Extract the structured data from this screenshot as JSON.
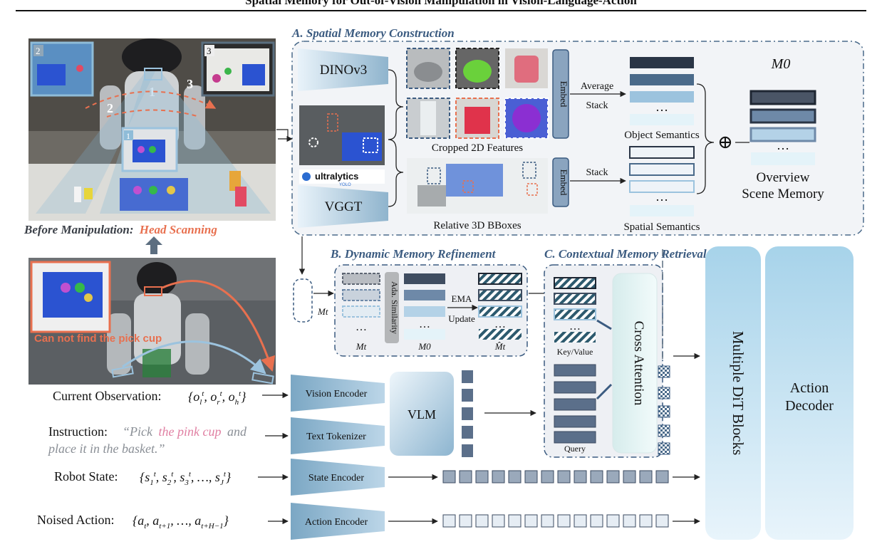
{
  "header": {
    "title": "Spatial Memory for Out-of-Vision Manipulation in Vision-Language-Action"
  },
  "colors": {
    "accent_orange": "#e8704f",
    "accent_blue": "#3b5b80",
    "pink": "#e07fa2",
    "gray_text": "#8a8f96"
  },
  "photos": {
    "scan_numbers": [
      "1",
      "2",
      "3",
      "1",
      "2",
      "3"
    ],
    "caption_prefix": "Before Manipulation:",
    "caption_highlight": "Head Scanning",
    "cannot_find": "Can not find the pick cup"
  },
  "section_a": {
    "title": "A. Spatial Memory Construction",
    "dino": "DINOv3",
    "vggt": "VGGT",
    "yolo_brand": "ultralytics",
    "yolo_sub": "YOLO",
    "cropped": "Cropped 2D Features",
    "bboxes": "Relative 3D BBoxes",
    "embed": "Embed",
    "average": "Average",
    "stack": "Stack",
    "object_sem": "Object Semantics",
    "spatial_sem": "Spatial Semantics",
    "m0": "M0",
    "overview_1": "Overview",
    "overview_2": "Scene Memory",
    "plus": "⊕"
  },
  "section_b": {
    "title": "B. Dynamic Memory Refinement",
    "mt": "Mt",
    "ada": "Ada. Similarity",
    "ema": "EMA",
    "update": "Update",
    "m0": "M0",
    "mhat": "M̂t"
  },
  "section_c": {
    "title": "C. Contextual Memory Retrieval",
    "keyvalue": "Key/Value",
    "query": "Query",
    "cross_attention": "Cross Attention"
  },
  "inputs": {
    "current_obs": "Current Observation:",
    "instruction_label": "Instruction:",
    "instruction_pre": "“Pick",
    "instruction_pink": "the pink cup",
    "instruction_post": "and",
    "instruction_line2": "place it in the basket.”",
    "robot_state": "Robot State:",
    "noised_action": "Noised Action:"
  },
  "encoders": {
    "vision": "Vision Encoder",
    "text": "Text Tokenizer",
    "state": "State Encoder",
    "action": "Action Encoder",
    "vlm": "VLM"
  },
  "blocks": {
    "dit": "Multiple DiT Blocks",
    "decoder_1": "Action",
    "decoder_2": "Decoder"
  },
  "ellipsis": "…"
}
